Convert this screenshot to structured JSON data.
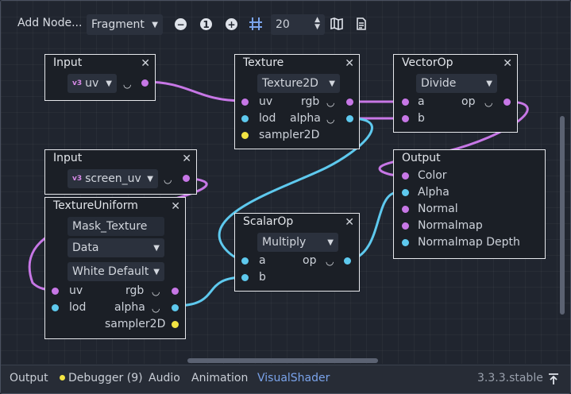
{
  "toolbar": {
    "add_node_label": "Add Node...",
    "mode_label": "Fragment",
    "zoom_out_icon": "minus",
    "zoom_reset_label": "1",
    "zoom_in_icon": "plus",
    "snap_icon": "snap-grid-icon",
    "snap_value": "20",
    "map_icon": "minimap-icon",
    "doc_icon": "document-icon"
  },
  "nodes": {
    "input_uv": {
      "title": "Input",
      "value": "uv",
      "type_badge": "v3"
    },
    "texture": {
      "title": "Texture",
      "mode": "Texture2D",
      "inputs": [
        "uv",
        "lod",
        "sampler2D"
      ],
      "outputs": [
        "rgb",
        "alpha"
      ]
    },
    "vectorop": {
      "title": "VectorOp",
      "mode": "Divide",
      "inputs": [
        "a",
        "b"
      ],
      "outputs": [
        "op"
      ]
    },
    "input_screen": {
      "title": "Input",
      "value": "screen_uv",
      "type_badge": "v3"
    },
    "output": {
      "title": "Output",
      "inputs": [
        "Color",
        "Alpha",
        "Normal",
        "Normalmap",
        "Normalmap Depth"
      ]
    },
    "texture_uniform": {
      "title": "TextureUniform",
      "name_value": "Mask_Texture",
      "type_value": "Data",
      "default_value": "White Default",
      "inputs": [
        "uv",
        "lod"
      ],
      "outputs": [
        "rgb",
        "alpha",
        "sampler2D"
      ]
    },
    "scalarop": {
      "title": "ScalarOp",
      "mode": "Multiply",
      "inputs": [
        "a",
        "b"
      ],
      "outputs": [
        "op"
      ]
    }
  },
  "colors": {
    "vector_port": "#c777e6",
    "scalar_port": "#5ec9ee",
    "sampler_port": "#f3e443",
    "active_tab": "#7aa3ea"
  },
  "bottom": {
    "tabs": [
      "Output",
      "Debugger (9)",
      "Audio",
      "Animation",
      "VisualShader"
    ],
    "active_tab": "VisualShader",
    "version": "3.3.3.stable",
    "pin_icon": "pin-icon"
  }
}
